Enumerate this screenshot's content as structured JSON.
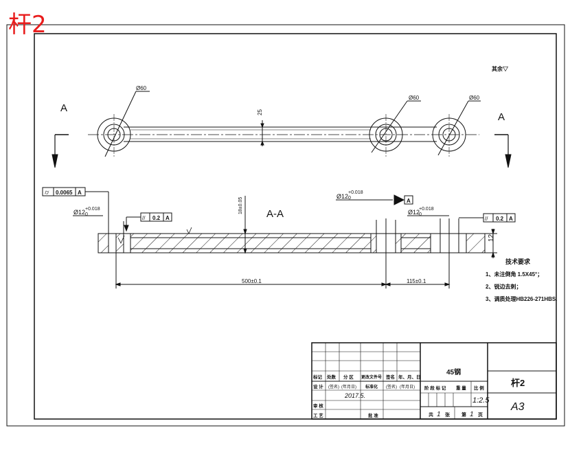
{
  "corner_title": "杆2",
  "colors": {
    "line": "#111111",
    "accent_red": "#e81c1c",
    "background": "#ffffff"
  },
  "roughness_note": "其余▽",
  "top_view": {
    "section_label_left": "A",
    "section_label_right": "A",
    "hole_dims": [
      "Ø60",
      "Ø60",
      "Ø60"
    ],
    "width_dim": "25"
  },
  "section_view": {
    "title": "A-A",
    "tol_frame_top": {
      "symbol": "⌭",
      "value": "0.0065",
      "datum": "A"
    },
    "tol_frame_mid": {
      "symbol": "//",
      "value": "0.2",
      "datum": "A"
    },
    "tol_frame_right": {
      "symbol": "//",
      "value": "0.2",
      "datum": "A"
    },
    "hole_left": {
      "base": "Ø12",
      "upper": "+0.018",
      "lower": "0"
    },
    "hole_center": {
      "base": "Ø12",
      "upper": "+0.018",
      "lower": "0"
    },
    "hole_right": {
      "base": "Ø12",
      "upper": "+0.018",
      "lower": "0"
    },
    "datum_tag": "A",
    "vertical_dim": "18±0.05",
    "height_dim": "12",
    "length_main": "500±0.1",
    "length_right": "115±0.1"
  },
  "tech_requirements": {
    "heading": "技术要求",
    "items": [
      "1、未注倒角 1.5X45°；",
      "2、锐边去刺；",
      "3、调质处理HB226-271HBS."
    ]
  },
  "title_block": {
    "material": "45钢",
    "part_name": "杆2",
    "sheet_size": "A3",
    "scale_note": "1:2.5",
    "signature_date": "2017.5.",
    "header_cells": [
      "标记",
      "处数",
      "分 区",
      "更改文件号",
      "签名",
      "年、月、日"
    ],
    "row_design": [
      "设 计",
      "(签名)",
      "(年月日)",
      "标准化",
      "(签名)",
      "(年月日)"
    ],
    "row_review": "审 核",
    "row_process": [
      "工 艺",
      "批 准"
    ],
    "stage_labels": [
      "阶 段 标 记",
      "重 量",
      "比 例"
    ],
    "sheet_count": {
      "total_prefix": "共",
      "total": "1",
      "total_suffix": "张",
      "index_prefix": "第",
      "index": "1",
      "index_suffix": "页"
    }
  }
}
